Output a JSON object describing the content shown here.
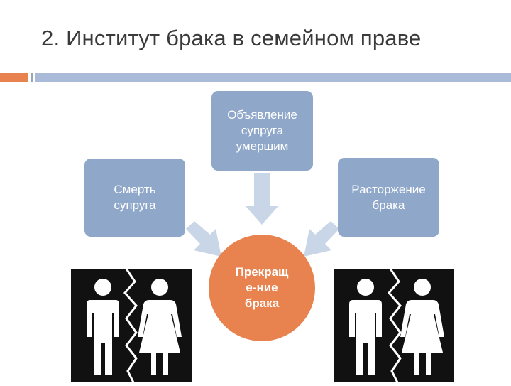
{
  "slide": {
    "title": "2. Институт брака в семейном праве"
  },
  "diagram": {
    "center": {
      "label": "Прекращ\nе-ние\nбрака"
    },
    "nodes": [
      {
        "id": "top",
        "label": "Объявление\nсупруга\nумершим"
      },
      {
        "id": "left",
        "label": "Смерть\nсупруга"
      },
      {
        "id": "right",
        "label": "Расторжение\nбрака"
      }
    ]
  },
  "colors": {
    "accent": "#E8824E",
    "box": "#8FA8CA",
    "arrow": "#C9D6E8",
    "rule": "#A9BBD8"
  },
  "icons": [
    {
      "name": "broken-couple-icon"
    },
    {
      "name": "broken-couple-icon"
    }
  ]
}
